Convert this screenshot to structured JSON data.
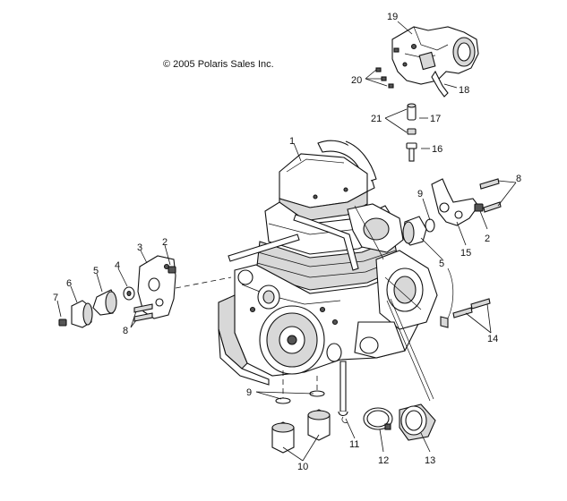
{
  "copyright": "© 2005 Polaris Sales Inc.",
  "callouts": {
    "c1": "1",
    "c2_left": "2",
    "c2_right": "2",
    "c3": "3",
    "c4": "4",
    "c5_left": "5",
    "c5_right": "5",
    "c6": "6",
    "c7": "7",
    "c8_left": "8",
    "c8_right": "8",
    "c9_top": "9",
    "c9_bottom": "9",
    "c10": "10",
    "c11": "11",
    "c12": "12",
    "c13": "13",
    "c14": "14",
    "c15": "15",
    "c16": "16",
    "c17": "17",
    "c18": "18",
    "c19": "19",
    "c20": "20",
    "c21": "21"
  }
}
